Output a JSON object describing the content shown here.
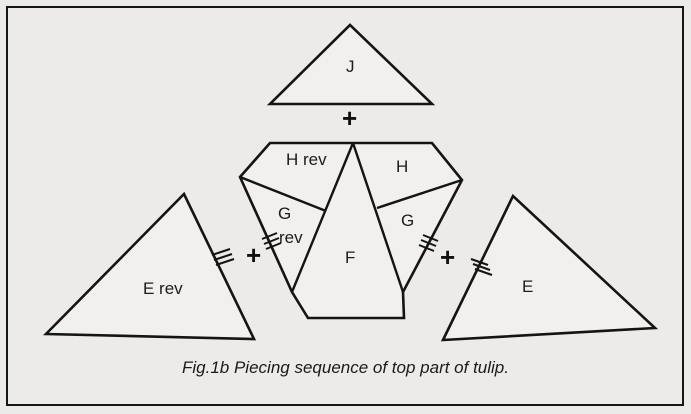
{
  "labels": {
    "J": "J",
    "H_rev": "H rev",
    "H": "H",
    "G_rev_1": "G",
    "G_rev_2": "rev",
    "G": "G",
    "F": "F",
    "E_rev": "E rev",
    "E": "E"
  },
  "plus_symbol": "+",
  "caption": "Fig.1b Piecing sequence of top part of tulip."
}
